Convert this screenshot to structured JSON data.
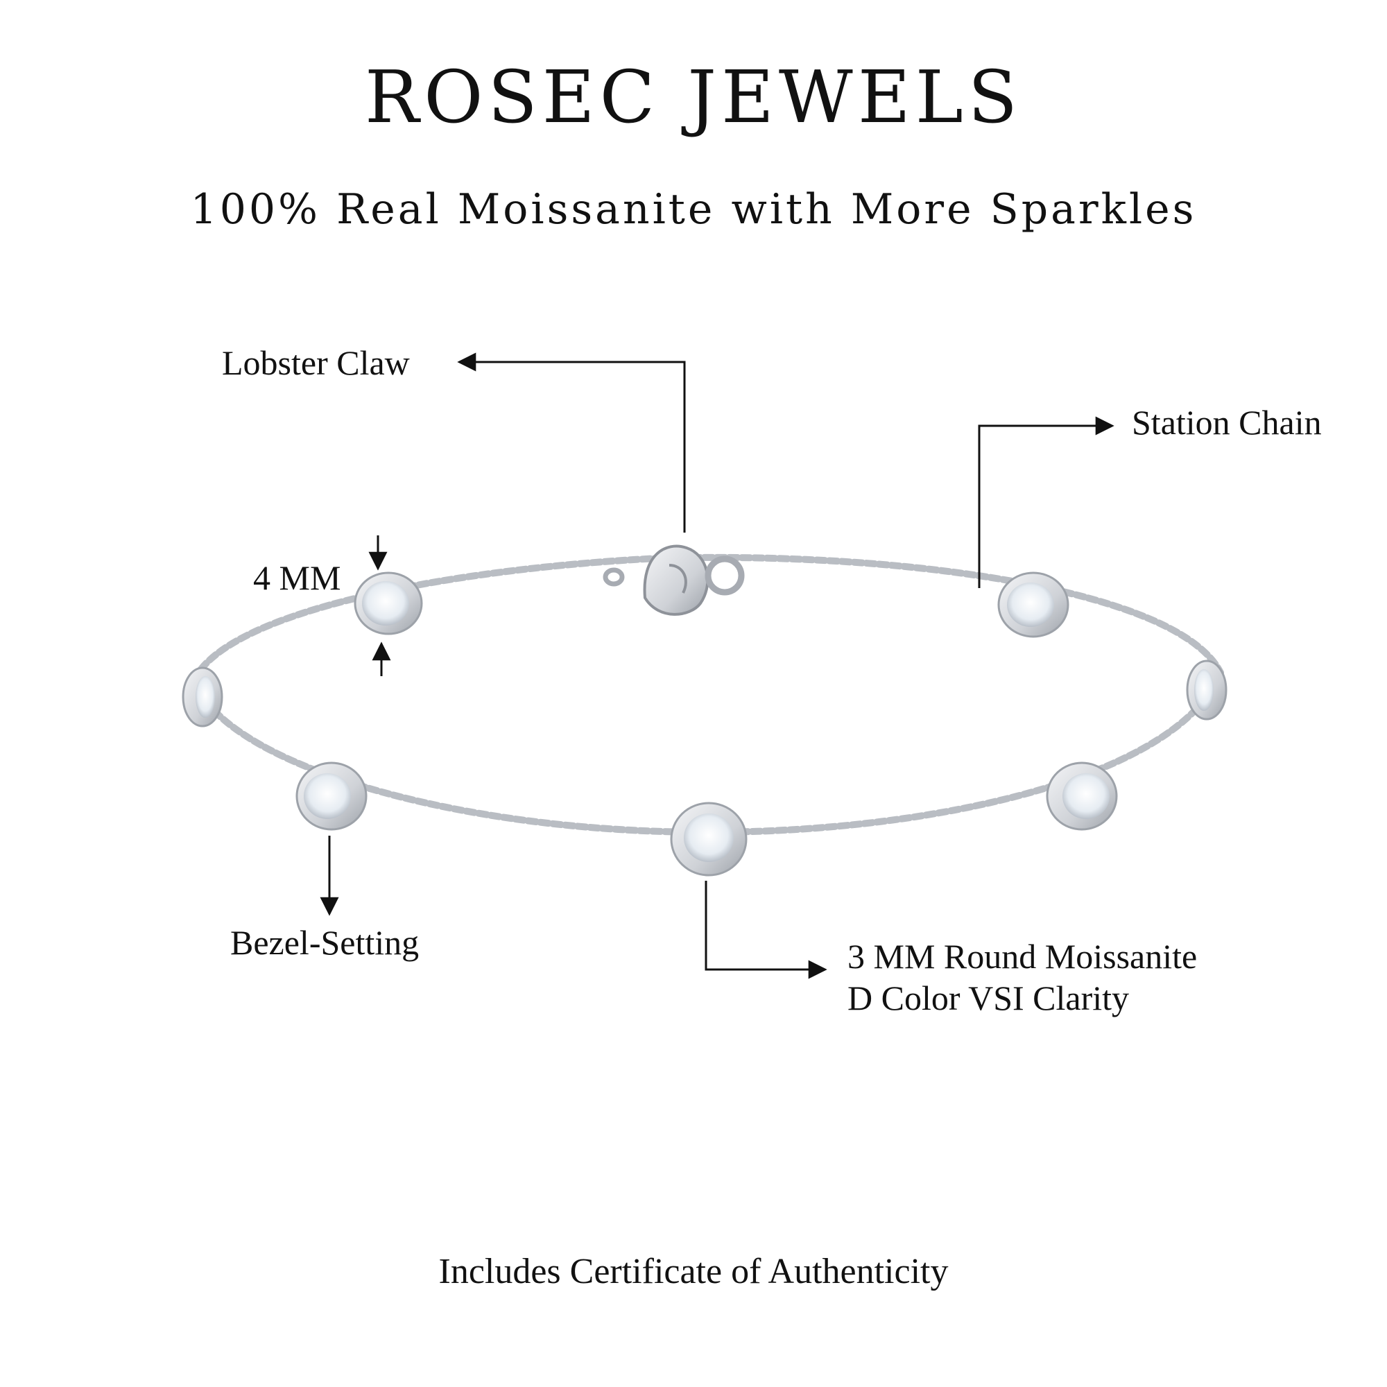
{
  "header": {
    "brand": "ROSEC JEWELS",
    "tagline": "100% Real Moissanite with More Sparkles"
  },
  "callouts": {
    "lobster_claw": "Lobster Claw",
    "station_chain": "Station Chain",
    "stone_height": "4 MM",
    "bezel_setting": "Bezel-Setting",
    "stone_spec_line1": "3 MM Round Moissanite",
    "stone_spec_line2": "D Color VSI Clarity"
  },
  "footer": {
    "note": "Includes Certificate of Authenticity"
  },
  "colors": {
    "text": "#111111",
    "metal": "#c9ccd1",
    "metal_dark": "#8e9299",
    "stone": "#eef3f8",
    "background": "#ffffff"
  }
}
